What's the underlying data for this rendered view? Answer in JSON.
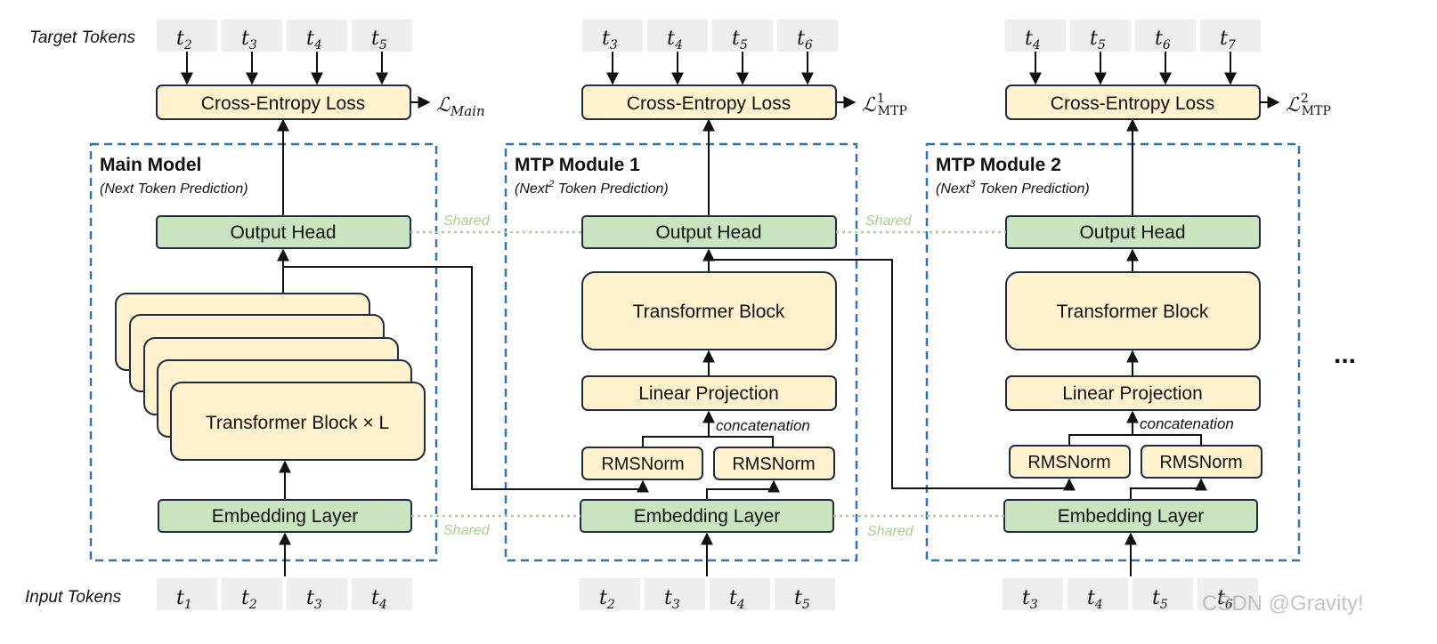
{
  "labels": {
    "target_tokens": "Target Tokens",
    "input_tokens": "Input Tokens",
    "shared": "Shared",
    "concatenation": "concatenation",
    "ellipsis": "...",
    "watermark": "CSDN @Gravity!"
  },
  "blocks": {
    "cross_entropy": "Cross-Entropy Loss",
    "output_head": "Output Head",
    "embedding": "Embedding Layer",
    "transformer": "Transformer Block",
    "transformer_stack": "Transformer Block × L",
    "linear_projection": "Linear Projection",
    "rmsnorm": "RMSNorm"
  },
  "modules": [
    {
      "title": "Main Model",
      "subtitle": "(Next Token Prediction)",
      "loss": {
        "symbol": "ℒ",
        "sub": "Main",
        "sup": ""
      },
      "target_tokens": [
        {
          "base": "t",
          "sub": "2"
        },
        {
          "base": "t",
          "sub": "3"
        },
        {
          "base": "t",
          "sub": "4"
        },
        {
          "base": "t",
          "sub": "5"
        }
      ],
      "input_tokens": [
        {
          "base": "t",
          "sub": "1"
        },
        {
          "base": "t",
          "sub": "2"
        },
        {
          "base": "t",
          "sub": "3"
        },
        {
          "base": "t",
          "sub": "4"
        }
      ]
    },
    {
      "title": "MTP Module 1",
      "subtitle_pre": "(Next",
      "subtitle_sup": "2",
      "subtitle_post": " Token Prediction)",
      "loss": {
        "symbol": "ℒ",
        "sub": "MTP",
        "sup": "1"
      },
      "target_tokens": [
        {
          "base": "t",
          "sub": "3"
        },
        {
          "base": "t",
          "sub": "4"
        },
        {
          "base": "t",
          "sub": "5"
        },
        {
          "base": "t",
          "sub": "6"
        }
      ],
      "input_tokens": [
        {
          "base": "t",
          "sub": "2"
        },
        {
          "base": "t",
          "sub": "3"
        },
        {
          "base": "t",
          "sub": "4"
        },
        {
          "base": "t",
          "sub": "5"
        }
      ]
    },
    {
      "title": "MTP Module 2",
      "subtitle_pre": "(Next",
      "subtitle_sup": "3",
      "subtitle_post": " Token Prediction)",
      "loss": {
        "symbol": "ℒ",
        "sub": "MTP",
        "sup": "2"
      },
      "target_tokens": [
        {
          "base": "t",
          "sub": "4"
        },
        {
          "base": "t",
          "sub": "5"
        },
        {
          "base": "t",
          "sub": "6"
        },
        {
          "base": "t",
          "sub": "7"
        }
      ],
      "input_tokens": [
        {
          "base": "t",
          "sub": "3"
        },
        {
          "base": "t",
          "sub": "4"
        },
        {
          "base": "t",
          "sub": "5"
        },
        {
          "base": "t",
          "sub": "6"
        }
      ]
    }
  ],
  "colors": {
    "block_fill": "#fff2cc",
    "head_fill": "#c9e5c0",
    "frame": "#2e75b6",
    "shared": "#a9d18e",
    "token_fill": "#eeeeee"
  }
}
